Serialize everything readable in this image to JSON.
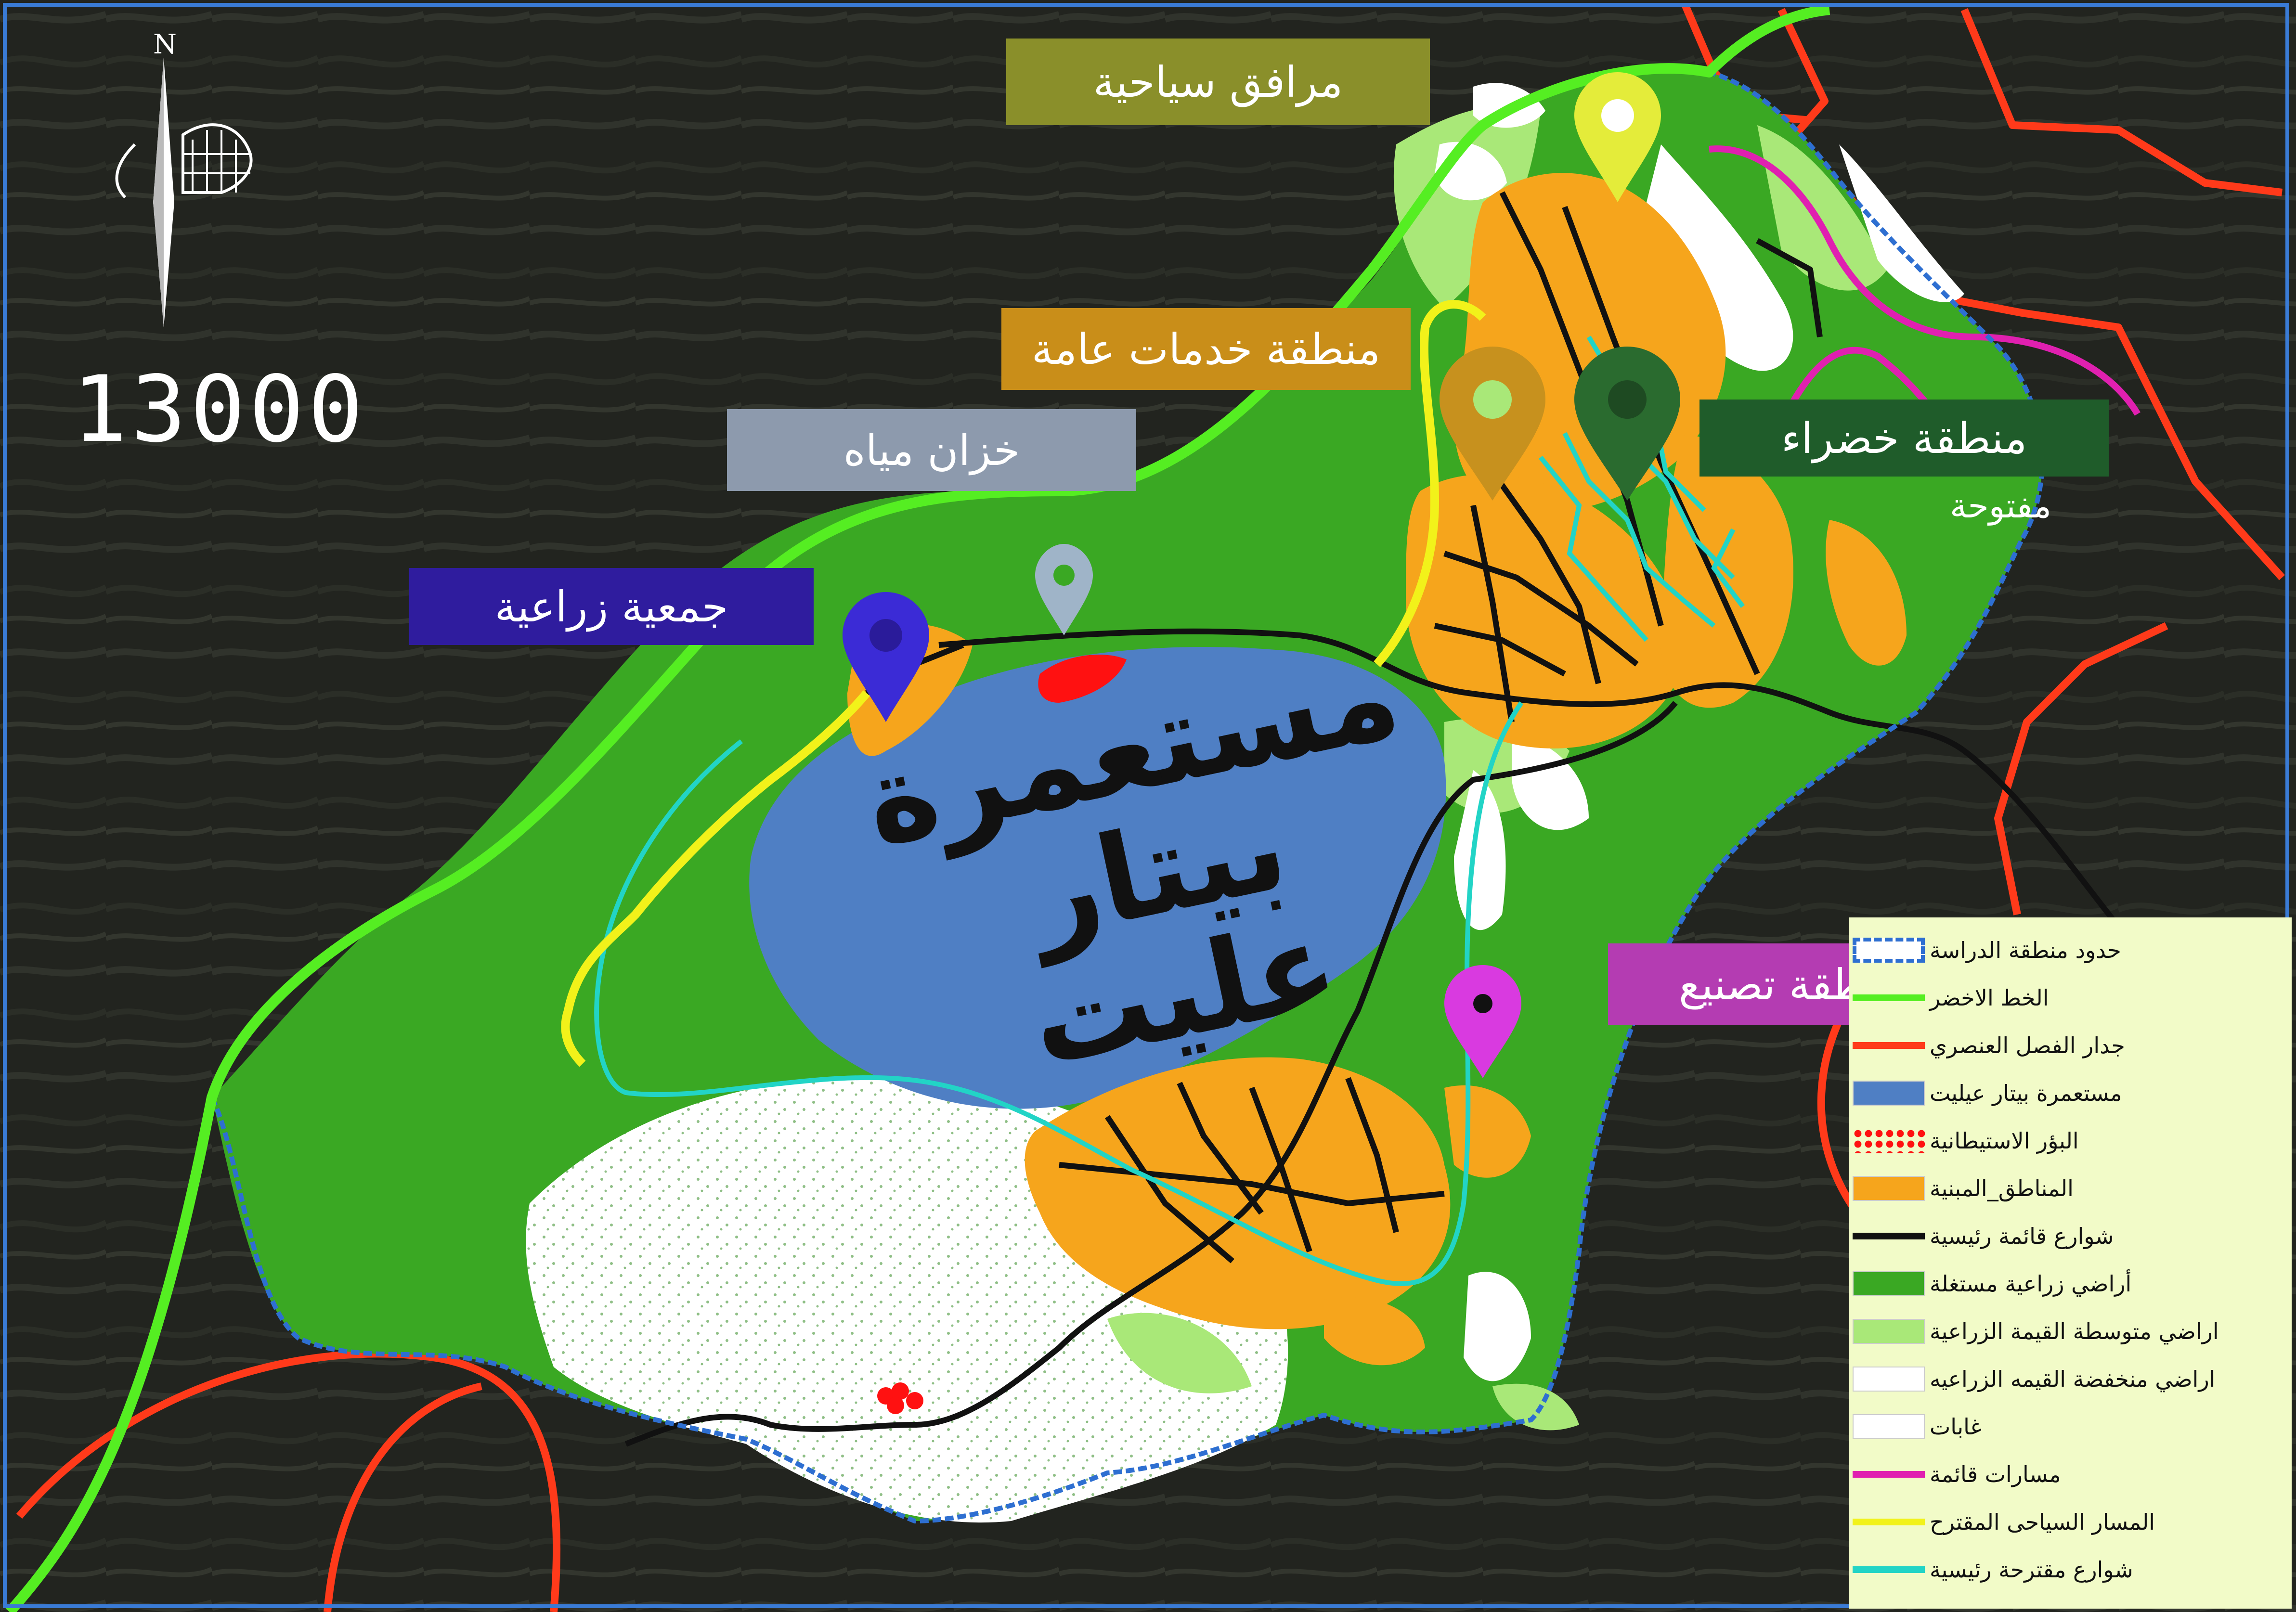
{
  "map": {
    "scale_text": "13000",
    "north_letter": "N",
    "colony_label_line1": "مستعمرة",
    "colony_label_line2": "بيتار عليت"
  },
  "labels": {
    "tourism": "مرافق سياحية",
    "services": "منطقة خدمات عامة",
    "water": "خزان مياه",
    "agri_assoc": "جمعية زراعية",
    "green": "منطقة خضراء",
    "green_sub": "مفتوحة",
    "industry": "منطقة تصنيع"
  },
  "legend": {
    "items": [
      {
        "label": "حدود منطقة الدراسة",
        "swatch": "boundary",
        "color": "#2e6fd1"
      },
      {
        "label": "الخط الاخضر",
        "swatch": "line",
        "color": "#55ee22"
      },
      {
        "label": "جدار الفصل العنصري",
        "swatch": "line",
        "color": "#ff3a1a"
      },
      {
        "label": "مستعمرة بيتار عيليت",
        "swatch": "fill",
        "color": "#4f7fc4"
      },
      {
        "label": "البؤر الاستيطانية",
        "swatch": "dots",
        "color": "#ff1111"
      },
      {
        "label": "المناطق_المبنية",
        "swatch": "fill",
        "color": "#f6a51c"
      },
      {
        "label": "شوارع قائمة رئيسية",
        "swatch": "line",
        "color": "#111111"
      },
      {
        "label": "أراضي زراعية مستغلة",
        "swatch": "fill",
        "color": "#3aa823"
      },
      {
        "label": "اراضي متوسطة القيمة الزراعية",
        "swatch": "fill",
        "color": "#a9e878"
      },
      {
        "label": "اراضي منخفضة القيمه الزراعيه",
        "swatch": "fill",
        "color": "#ffffff"
      },
      {
        "label": "غابات",
        "swatch": "fill",
        "color": "#ffffff"
      },
      {
        "label": "مسارات قائمة",
        "swatch": "line",
        "color": "#e020b0"
      },
      {
        "label": "المسار السياحى المقترح",
        "swatch": "line",
        "color": "#f2f21a"
      },
      {
        "label": "شوارع مقترحة رئيسية",
        "swatch": "line",
        "color": "#22d4c6"
      }
    ]
  },
  "colors": {
    "tourism_box": "#8a8f2a",
    "services_box": "#c98e19",
    "water_box": "#8d9aad",
    "agri_box": "#2f1c9e",
    "green_box": "#1f5c2a",
    "industry_box": "#b43cb2",
    "pin_tourism": "#e4ec3a",
    "pin_services": "#c7911e",
    "pin_water": "#9fb4c8",
    "pin_agri": "#3b2bd6",
    "pin_green": "#2a6b2f",
    "pin_industry": "#d93ae0"
  }
}
